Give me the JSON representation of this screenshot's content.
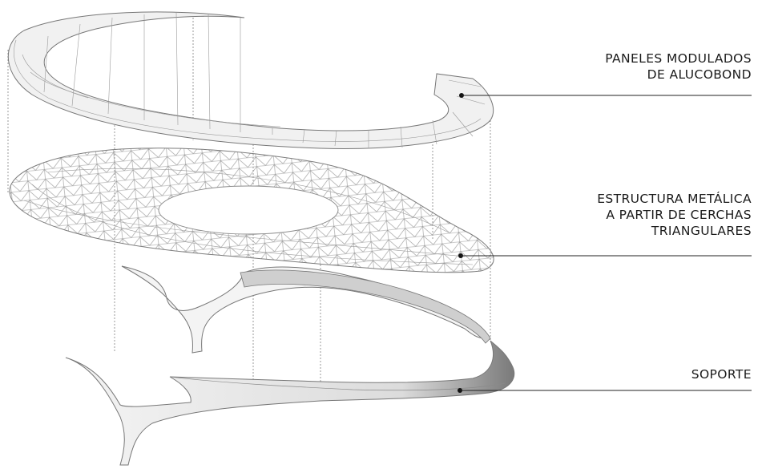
{
  "callouts": {
    "panels": {
      "line1": "PANELES MODULADOS",
      "line2": "DE ALUCOBOND"
    },
    "structure": {
      "line1": "ESTRUCTURA METÁLICA",
      "line2": "A PARTIR DE CERCHAS",
      "line3": "TRIANGULARES"
    },
    "support": {
      "line1": "SOPORTE"
    }
  },
  "colors": {
    "line": "#1a1a1a",
    "mesh": "#9a9a9a",
    "panel_fill": "#f1f1f1",
    "support_fill": "#f4f4f4",
    "support_shade": "#8c8c8c"
  }
}
